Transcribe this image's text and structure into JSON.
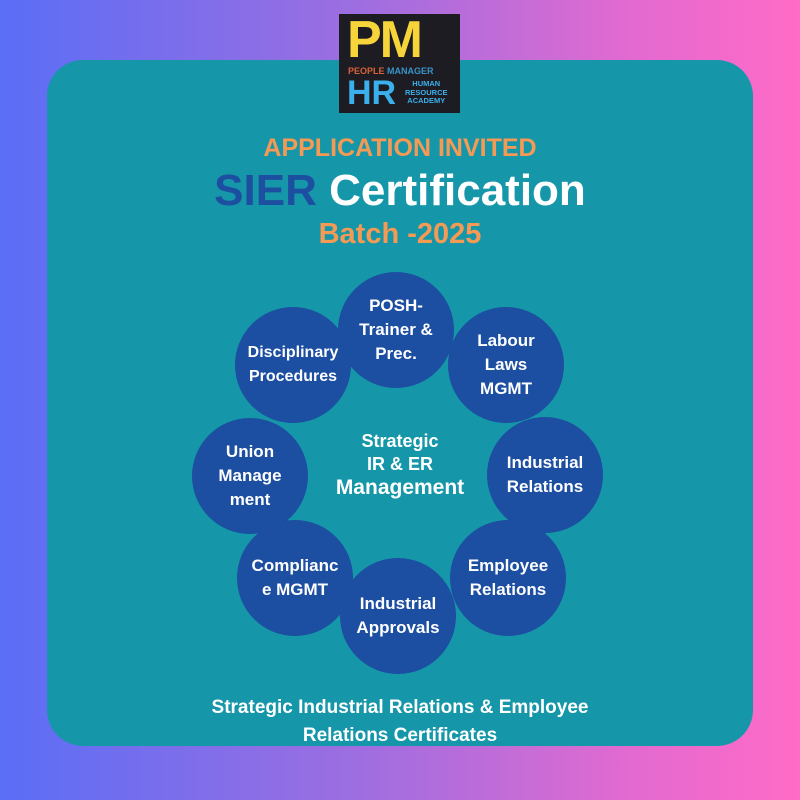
{
  "logo": {
    "pm": "PM",
    "tag_people": "PEOPLE",
    "tag_manager": "MANAGER",
    "hr": "HR",
    "hr_line1": "HUMAN",
    "hr_line2": "RESOURCE",
    "hr_line3": "ACADEMY"
  },
  "headline": "APPLICATION INVITED",
  "title_sier": "SIER",
  "title_cert": "Certification",
  "batch": "Batch -2025",
  "circles": [
    {
      "label": "POSH- Trainer & Prec."
    },
    {
      "label": "Labour Laws MGMT"
    },
    {
      "label": "Industrial Relations"
    },
    {
      "label": "Employee Relations"
    },
    {
      "label": "Industrial Approvals"
    },
    {
      "label": "Complianc e MGMT"
    },
    {
      "label": "Union Manage ment"
    },
    {
      "label": "Disciplinary Procedures"
    }
  ],
  "center": {
    "line1": "Strategic",
    "line2": "IR &  ER",
    "line3": "Management"
  },
  "footer": {
    "line1": "Strategic  Industrial Relations & Employee",
    "line2": "Relations Certificates"
  },
  "colors": {
    "panel": "#1597a9",
    "circle": "#1c4ea1",
    "accent": "#f59a54",
    "logo_yellow": "#f7d53a",
    "logo_blue": "#3ab0ec"
  }
}
